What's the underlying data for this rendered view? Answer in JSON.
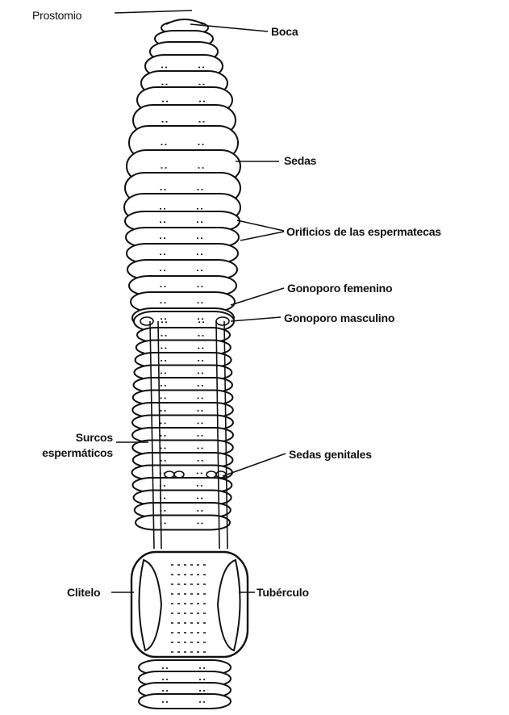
{
  "labels": {
    "prostomio": "Prostomio",
    "boca": "Boca",
    "sedas": "Sedas",
    "orificios": "Orificios de las espermatecas",
    "gonoporo_femenino": "Gonoporo femenino",
    "gonoporo_masculino": "Gonoporo masculino",
    "surcos_line1": "Surcos",
    "surcos_line2": "espermáticos",
    "sedas_genitales": "Sedas genitales",
    "clitelo": "Clitelo",
    "tuberculo": "Tubérculo"
  },
  "colors": {
    "ink": "#111111",
    "background": "#ffffff"
  }
}
